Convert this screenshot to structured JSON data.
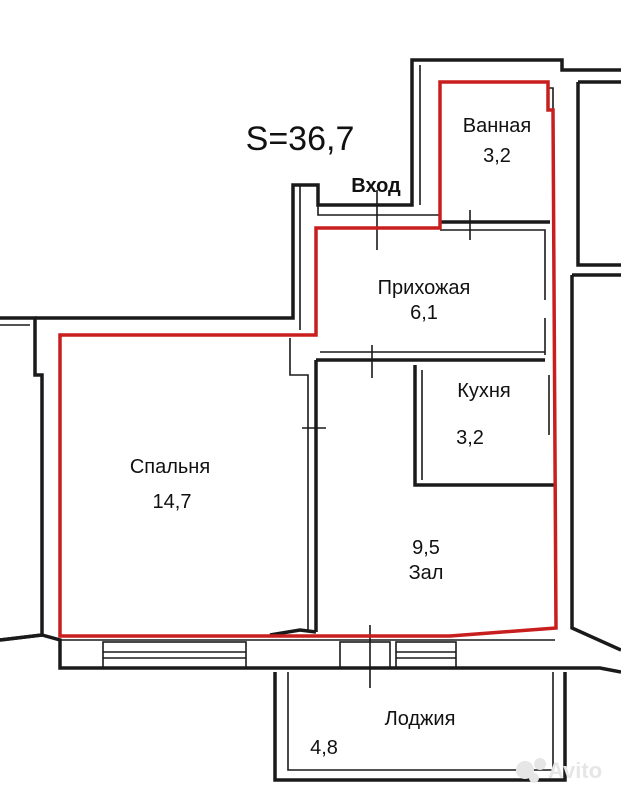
{
  "total_area": "S=36,7",
  "entrance_label": "Вход",
  "rooms": {
    "bathroom": {
      "name": "Ванная",
      "area": "3,2"
    },
    "hallway": {
      "name": "Прихожая",
      "area": "6,1"
    },
    "kitchen": {
      "name": "Кухня",
      "area": "3,2"
    },
    "bedroom": {
      "name": "Спальня",
      "area": "14,7"
    },
    "living": {
      "name": "Зал",
      "area": "9,5"
    },
    "loggia": {
      "name": "Лоджия",
      "area": "4,8"
    }
  },
  "watermark": "Avito",
  "colors": {
    "walls": "#1a1a1a",
    "apartment_outline": "#c81e1e",
    "background": "#ffffff"
  }
}
